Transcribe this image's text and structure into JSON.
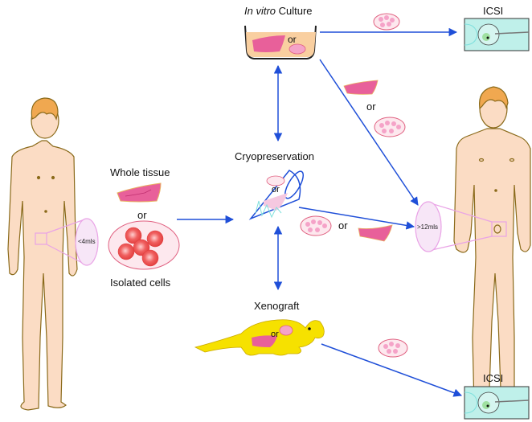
{
  "title": "Testicular tissue preservation and fertility restoration pathways",
  "nodes": {
    "culture": {
      "label_italic": "In vitro",
      "label_rest": " Culture",
      "or": "or"
    },
    "icsi_top": {
      "label": "ICSI"
    },
    "icsi_bottom": {
      "label": "ICSI"
    },
    "cryo": {
      "label": "Cryopreservation",
      "or": "or"
    },
    "xenograft": {
      "label": "Xenograft",
      "or": "or"
    },
    "source": {
      "whole_tissue": "Whole tissue",
      "or": "or",
      "isolated_cells": "Isolated cells"
    },
    "boy": {
      "testis_volume": "<4mls"
    },
    "man": {
      "testis_volume": ">12mls"
    },
    "transplant_options": {
      "or": "or"
    },
    "culture_to_man_options": {
      "or": "or"
    }
  },
  "colors": {
    "arrow": "#1f4fd8",
    "skin": "#fbdcc4",
    "skin_outline": "#8a6a1a",
    "hair": "#f0a850",
    "tissue": "#e8609a",
    "cells": "#f5a3c8",
    "mouse": "#f6e100",
    "icsi_bg": "#bff0ea",
    "zoom_lens": "#e9a3e6",
    "culture_medium": "#f9cfa0"
  }
}
